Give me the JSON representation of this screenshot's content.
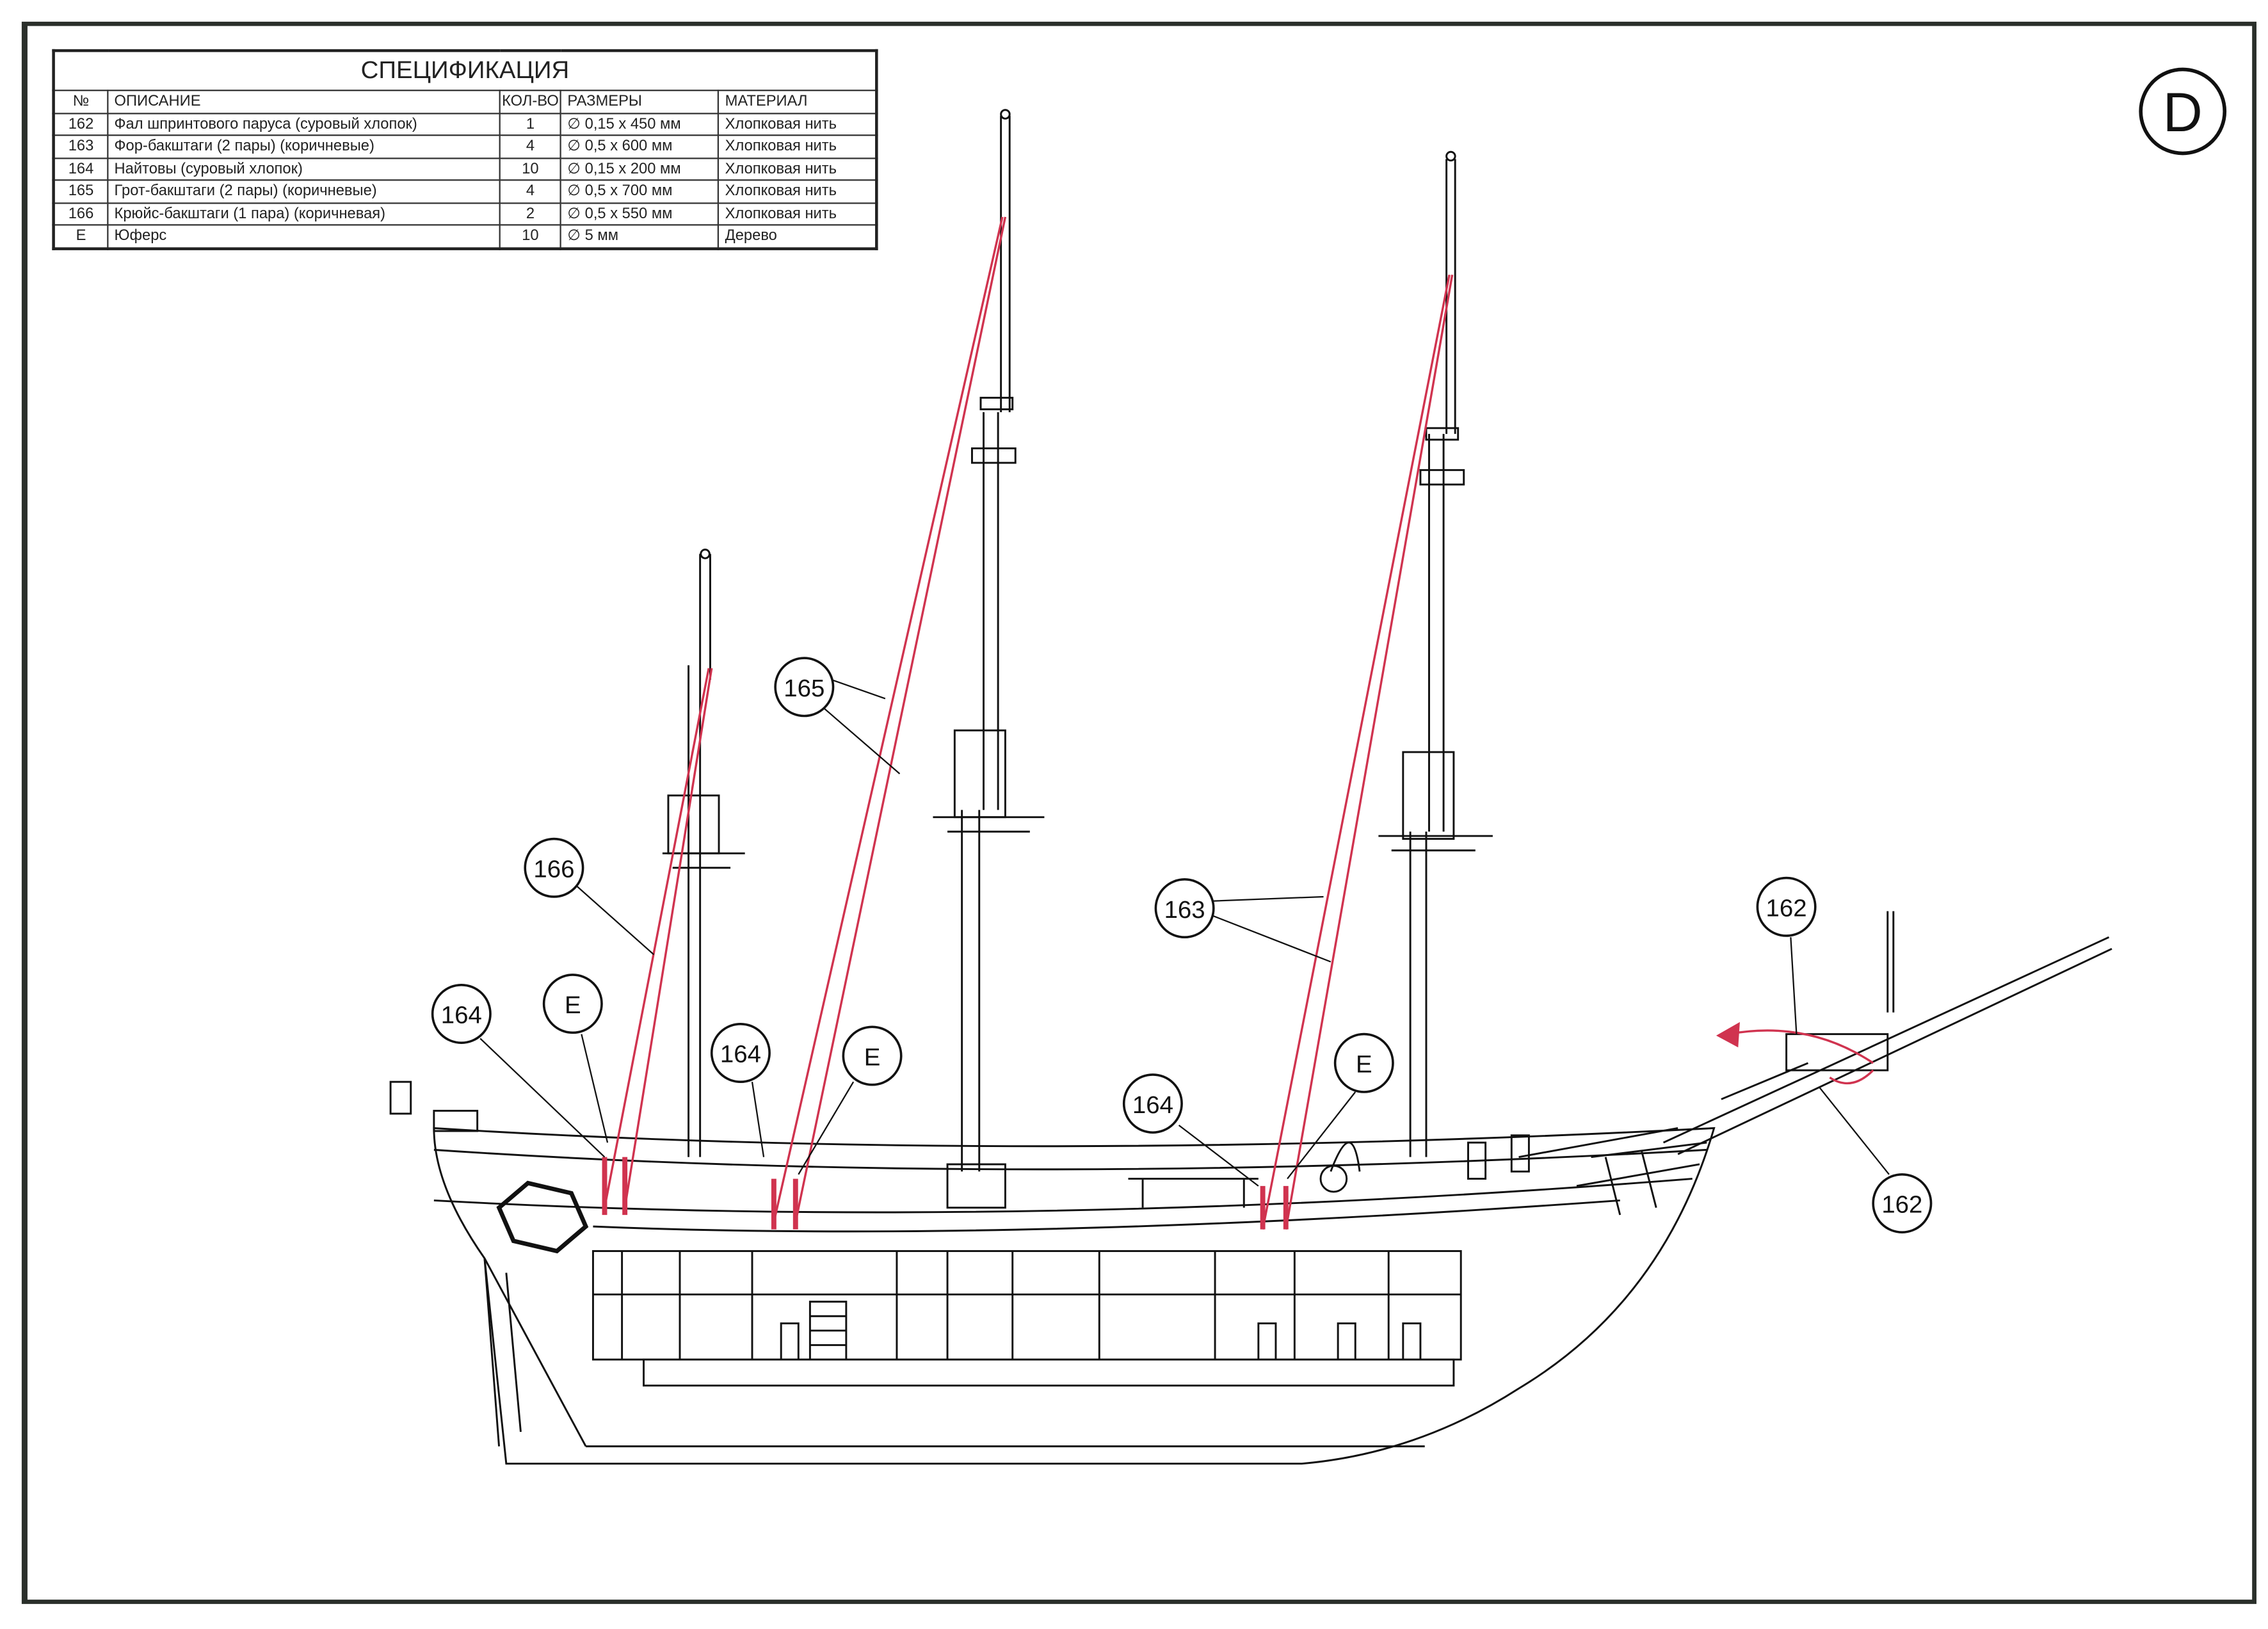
{
  "sheet_letter": "D",
  "spec": {
    "title": "СПЕЦИФИКАЦИЯ",
    "headers": [
      "№",
      "ОПИСАНИЕ",
      "КОЛ-ВО",
      "РАЗМЕРЫ",
      "МАТЕРИАЛ"
    ],
    "rows": [
      {
        "no": "162",
        "desc": "Фал шпринтового паруса (суровый хлопок)",
        "qty": "1",
        "size": "∅ 0,15 x 450 мм",
        "material": "Хлопковая нить"
      },
      {
        "no": "163",
        "desc": "Фор-бакштаги (2 пары) (коричневые)",
        "qty": "4",
        "size": "∅ 0,5 x 600 мм",
        "material": "Хлопковая нить"
      },
      {
        "no": "164",
        "desc": "Найтовы (суровый хлопок)",
        "qty": "10",
        "size": "∅ 0,15 x 200 мм",
        "material": "Хлопковая нить"
      },
      {
        "no": "165",
        "desc": "Грот-бакштаги (2 пары) (коричневые)",
        "qty": "4",
        "size": "∅ 0,5 x 700 мм",
        "material": "Хлопковая нить"
      },
      {
        "no": "166",
        "desc": "Крюйс-бакштаги (1 пара) (коричневая)",
        "qty": "2",
        "size": "∅ 0,5 x 550 мм",
        "material": "Хлопковая нить"
      },
      {
        "no": "E",
        "desc": "Юферс",
        "qty": "10",
        "size": "∅ 5 мм",
        "material": "Дерево"
      }
    ]
  },
  "callouts": [
    "165",
    "166",
    "164",
    "E",
    "164",
    "E",
    "164",
    "163",
    "E",
    "162",
    "162"
  ],
  "colors": {
    "rigging": "#d0334f",
    "line": "#111111",
    "frame": "#2a2f2a"
  }
}
